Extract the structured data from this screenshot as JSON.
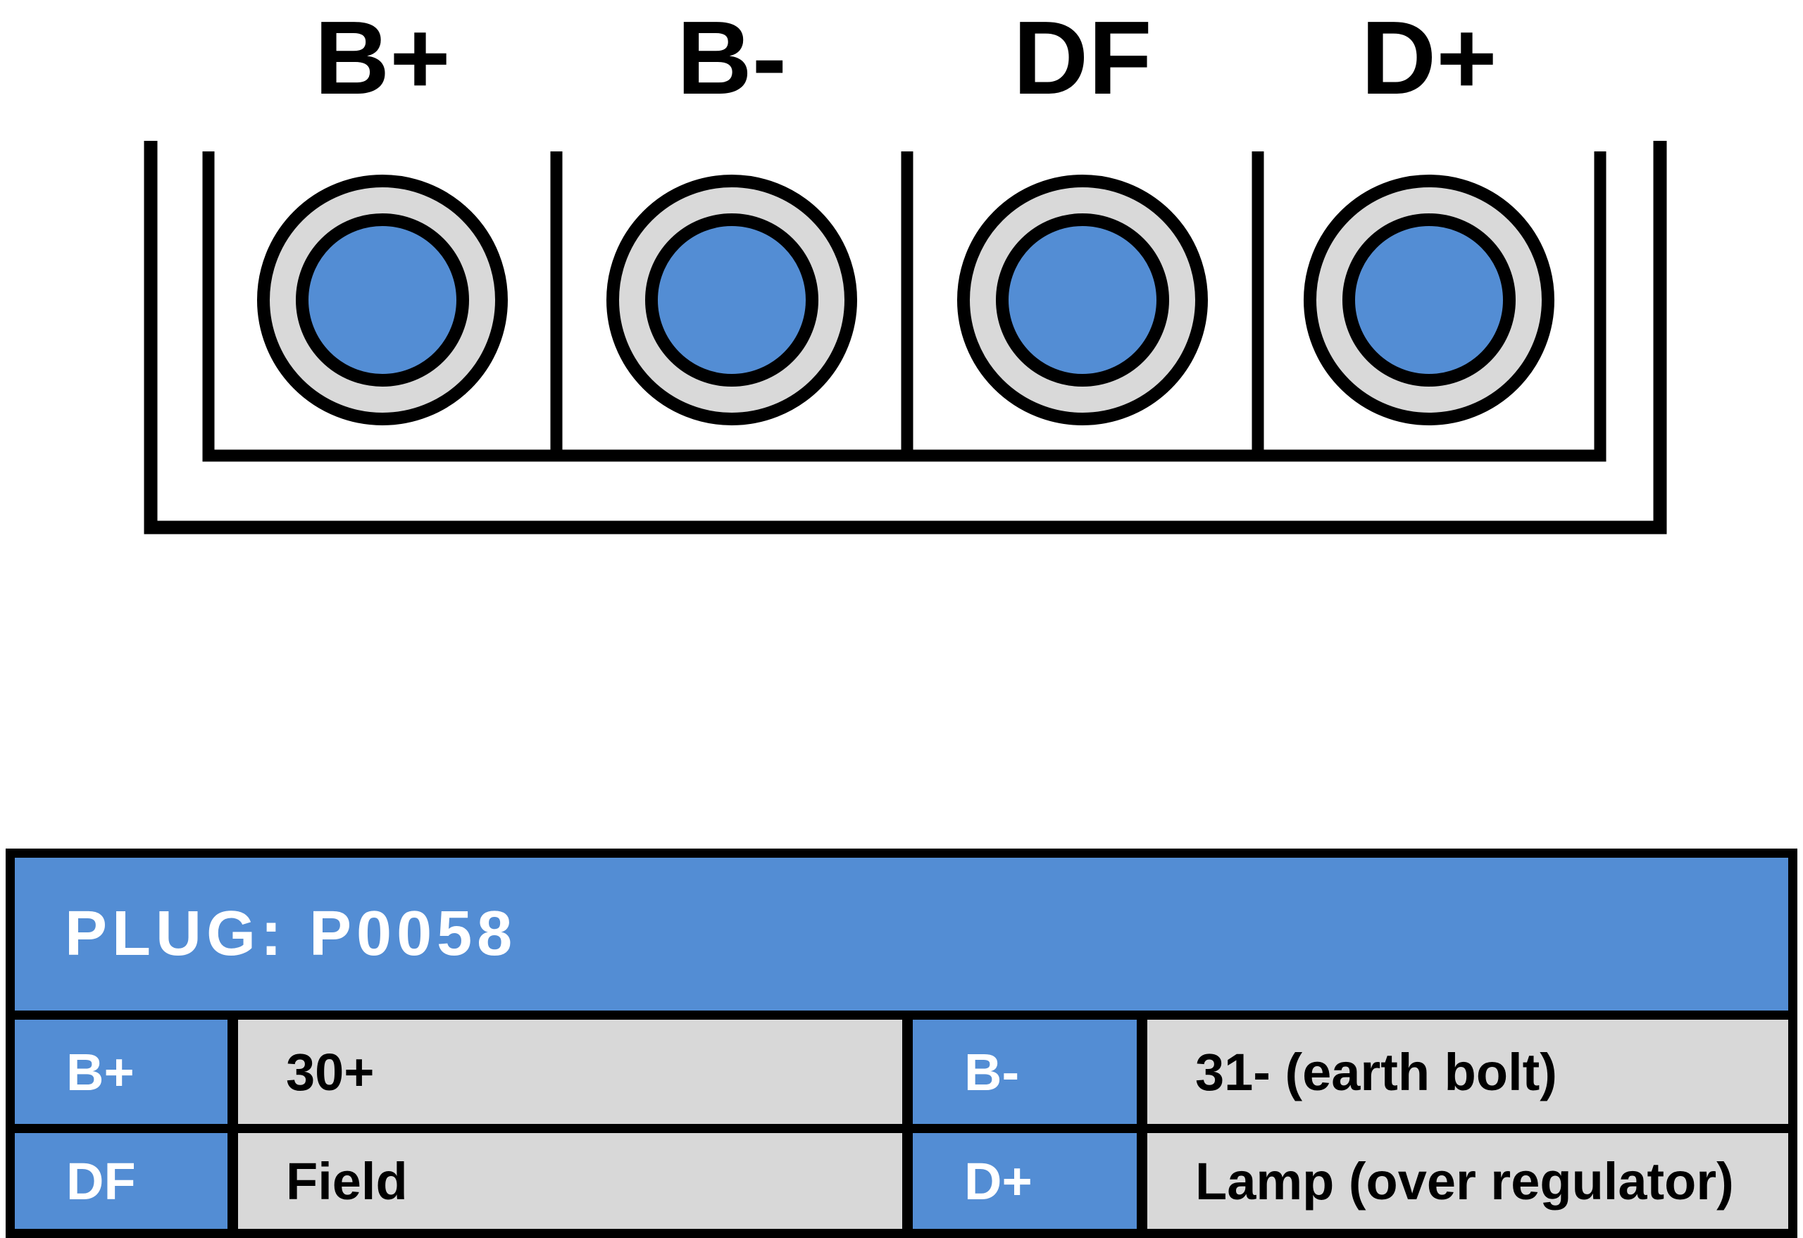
{
  "diagram": {
    "pin_labels": [
      "B+",
      "B-",
      "DF",
      "D+"
    ]
  },
  "table": {
    "title": "PLUG: P0058",
    "rows": [
      {
        "pin_a": "B+",
        "desc_a": "30+",
        "pin_b": "B-",
        "desc_b": "31- (earth bolt)"
      },
      {
        "pin_a": "DF",
        "desc_a": "Field",
        "pin_b": "D+",
        "desc_b": "Lamp (over regulator)"
      }
    ]
  },
  "colors": {
    "accent_blue": "#538dd4",
    "cell_gray": "#d8d8d8",
    "ring_gray": "#d9d9d9",
    "outline_black": "#000000",
    "background": "#ffffff"
  }
}
